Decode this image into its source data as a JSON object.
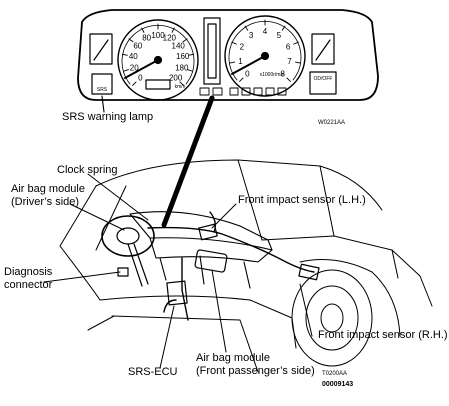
{
  "labels": {
    "srs_warning_lamp": "SRS warning lamp",
    "clock_spring": "Clock spring",
    "airbag_driver_line1": "Air bag module",
    "airbag_driver_line2": "(Driver’s side)",
    "front_impact_lh": "Front impact sensor (L.H.)",
    "diagnosis_line1": "Diagnosis",
    "diagnosis_line2": "connector",
    "front_impact_rh": "Front impact sensor (R.H.)",
    "srs_ecu": "SRS-ECU",
    "airbag_passenger_line1": "Air bag module",
    "airbag_passenger_line2": "(Front passenger’s side)"
  },
  "codes": {
    "top_ref": "W0221AA",
    "bottom_ref": "T0200AA",
    "doc_number": "00009143"
  },
  "speedometer": {
    "ticks": [
      "0",
      "20",
      "40",
      "60",
      "80",
      "100",
      "120",
      "140",
      "160",
      "180",
      "200"
    ],
    "unit": "km/h"
  },
  "tachometer": {
    "ticks": [
      "0",
      "1",
      "2",
      "3",
      "4",
      "5",
      "6",
      "7",
      "8"
    ],
    "unit": "x1000r/min"
  },
  "cluster": {
    "srs_lamp_text": "SRS",
    "od_off_text": "OD/OFF"
  }
}
